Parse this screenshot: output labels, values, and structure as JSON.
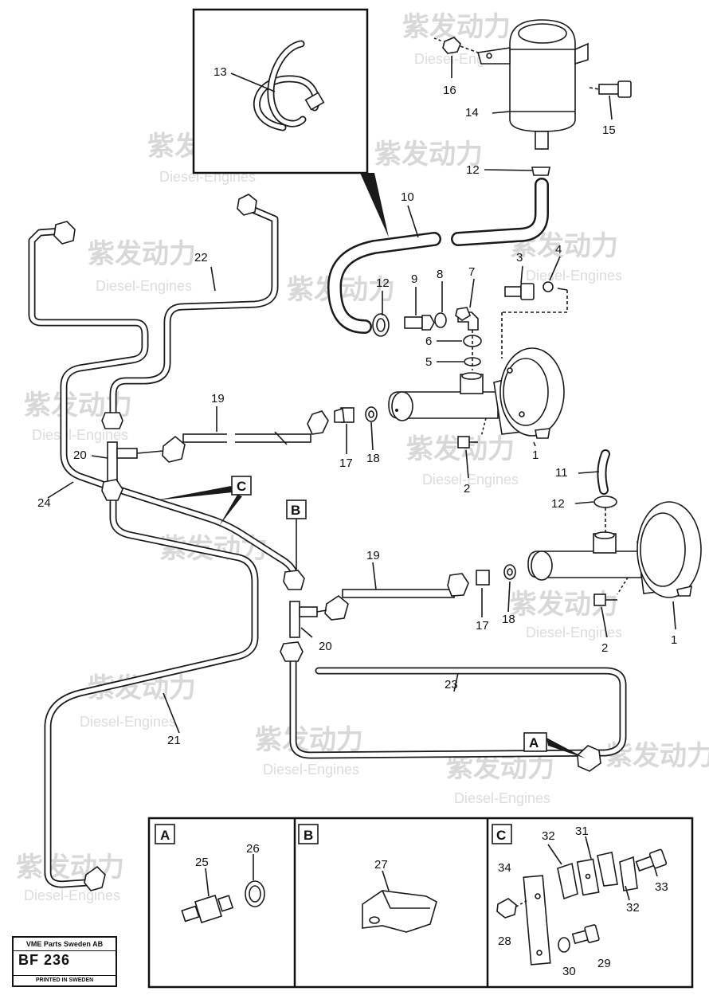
{
  "watermark": {
    "cn": "紫发动力",
    "en": "Diesel-Engines"
  },
  "stamp": {
    "company": "VME Parts Sweden AB",
    "code": "BF 236",
    "printed": "PRINTED IN SWEDEN"
  },
  "callouts": {
    "a": "A",
    "b": "B",
    "c": "C"
  },
  "inset_titles": {
    "a": "A",
    "b": "B",
    "c": "C"
  },
  "labels": {
    "p1a": "1",
    "p1b": "1",
    "p2a": "2",
    "p2b": "2",
    "p3": "3",
    "p4": "4",
    "p5": "5",
    "p6": "6",
    "p7": "7",
    "p8": "8",
    "p9": "9",
    "p10": "10",
    "p11": "11",
    "p12a": "12",
    "p12b": "12",
    "p12c": "12",
    "p13": "13",
    "p14": "14",
    "p15": "15",
    "p16": "16",
    "p17a": "17",
    "p17b": "17",
    "p18a": "18",
    "p18b": "18",
    "p19a": "19",
    "p19b": "19",
    "p20a": "20",
    "p20b": "20",
    "p21": "21",
    "p22": "22",
    "p23": "23",
    "p24": "24",
    "p25": "25",
    "p26": "26",
    "p27": "27",
    "p28": "28",
    "p29": "29",
    "p30": "30",
    "p31": "31",
    "p32a": "32",
    "p32b": "32",
    "p33": "33",
    "p34": "34"
  }
}
